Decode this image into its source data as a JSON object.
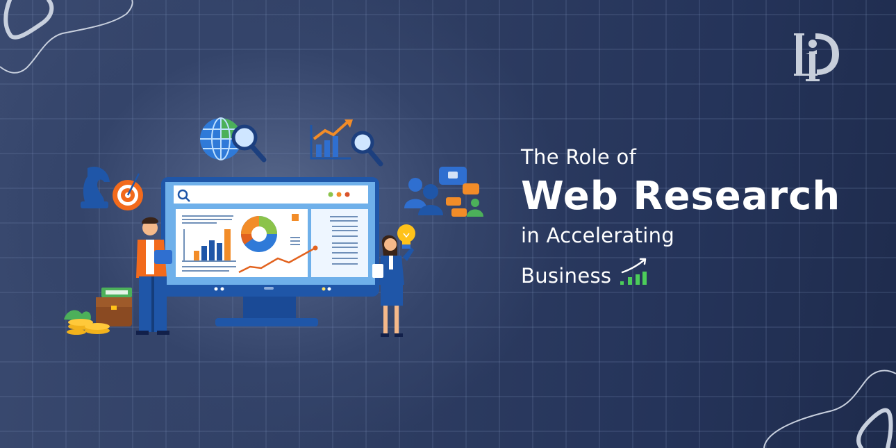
{
  "headline": {
    "line1": "The Role of",
    "line2": "Web Research",
    "line3": "in Accelerating",
    "line4": "Business"
  },
  "logo": {
    "monogram": "iP",
    "color": "#c8cfdb"
  },
  "icons": {
    "growth": "growth-chart-arrow-icon",
    "globe": "globe-search-icon",
    "analytics": "chart-search-icon",
    "strategy": "chess-knight-icon",
    "target": "target-icon",
    "team": "team-chat-icon",
    "money": "briefcase-money-icon",
    "idea": "lightbulb-icon"
  },
  "colors": {
    "background_dark": "#1e2b4c",
    "background_light": "#44547a",
    "text": "#ffffff",
    "accent_green": "#4ccd5a",
    "accent_orange": "#f28c28",
    "monitor_blue": "#1f56a8",
    "decor_line": "#c8d0de"
  }
}
